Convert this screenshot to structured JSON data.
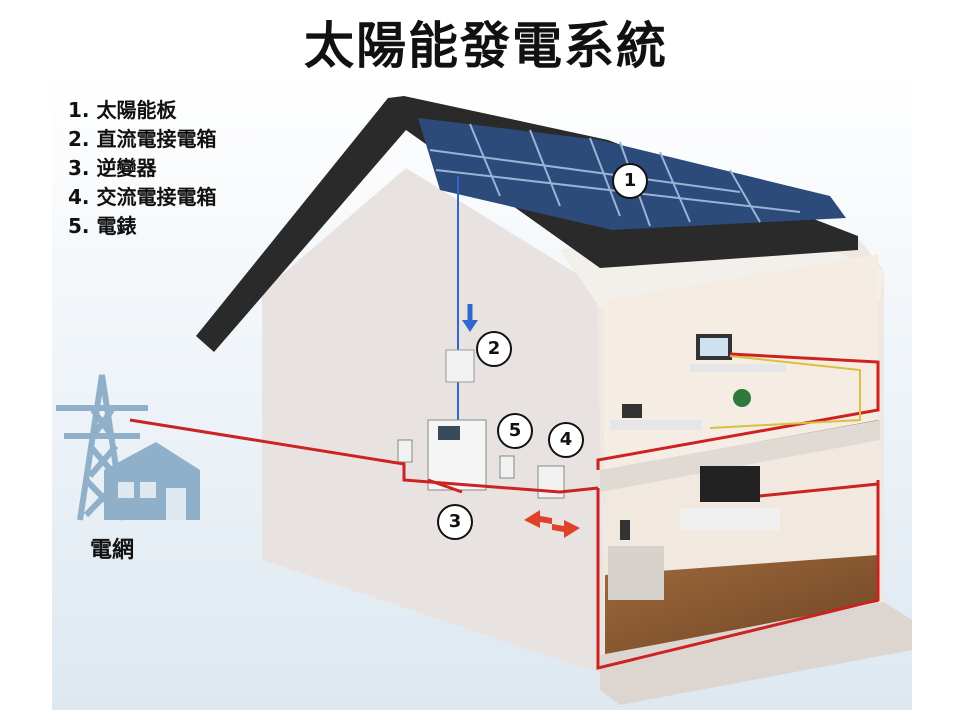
{
  "title": "太陽能發電系統",
  "legend": [
    "1. 太陽能板",
    "2. 直流電接電箱",
    "3. 逆變器",
    "4. 交流電接電箱",
    "5. 電錶"
  ],
  "grid_label": "電網",
  "markers": [
    "1",
    "2",
    "3",
    "4",
    "5"
  ],
  "colors": {
    "ac_wire": "#cc2222",
    "dc_wire": "#3366cc",
    "roof": "#2a2a2a",
    "solar_panel": "#2c4a7a",
    "wall": "#e9e5e3",
    "floor": "#8a5a34",
    "pylon": "#8fb0c8"
  }
}
